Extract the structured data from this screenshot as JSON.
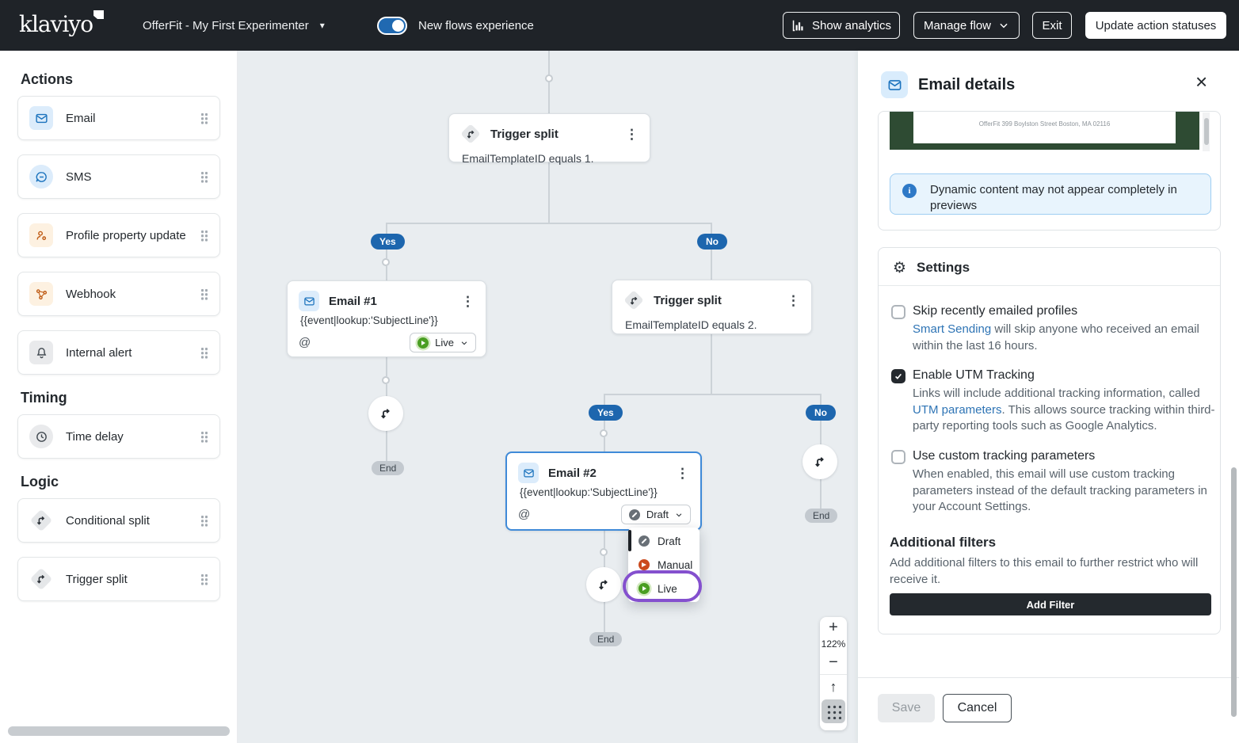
{
  "topbar": {
    "logo_text": "klaviyo",
    "flow_name": "OfferFit - My First Experimenter",
    "toggle_label": "New flows experience",
    "buttons": {
      "show_analytics": "Show analytics",
      "manage_flow": "Manage flow",
      "exit": "Exit",
      "update_action_statuses": "Update action statuses"
    }
  },
  "sidebar": {
    "sections": [
      {
        "title": "Actions",
        "items": [
          {
            "label": "Email",
            "icon": "email-icon"
          },
          {
            "label": "SMS",
            "icon": "sms-icon"
          },
          {
            "label": "Profile property update",
            "icon": "profile-icon"
          },
          {
            "label": "Webhook",
            "icon": "webhook-icon"
          },
          {
            "label": "Internal alert",
            "icon": "bell-icon"
          }
        ]
      },
      {
        "title": "Timing",
        "items": [
          {
            "label": "Time delay",
            "icon": "clock-icon"
          }
        ]
      },
      {
        "title": "Logic",
        "items": [
          {
            "label": "Conditional split",
            "icon": "split-icon"
          },
          {
            "label": "Trigger split",
            "icon": "split-icon"
          }
        ]
      }
    ]
  },
  "canvas": {
    "nodes": {
      "trigger_split_1": {
        "title": "Trigger split",
        "condition": "EmailTemplateID equals 1."
      },
      "email_1": {
        "title": "Email #1",
        "subject": "{{event|lookup:'SubjectLine'}}",
        "status": "Live"
      },
      "trigger_split_2": {
        "title": "Trigger split",
        "condition": "EmailTemplateID equals 2."
      },
      "email_2": {
        "title": "Email #2",
        "subject": "{{event|lookup:'SubjectLine'}}",
        "status": "Draft"
      }
    },
    "labels": {
      "yes": "Yes",
      "no": "No",
      "end": "End"
    },
    "status_menu": {
      "options": [
        "Draft",
        "Manual",
        "Live"
      ],
      "highlighted": "Live"
    },
    "zoom": {
      "level": "122%"
    }
  },
  "panel": {
    "header": {
      "title": "Email details"
    },
    "preview": {
      "address_line": "OfferFit 399 Boylston Street Boston, MA 02116"
    },
    "alert": {
      "text": "Dynamic content may not appear completely in previews"
    },
    "settings": {
      "title": "Settings",
      "options": [
        {
          "label": "Skip recently emailed profiles",
          "checked": false,
          "link": "Smart Sending",
          "text_after": " will skip anyone who received an email within the last 16 hours."
        },
        {
          "label": "Enable UTM Tracking",
          "checked": true,
          "text_before": "Links will include additional tracking information, called ",
          "link": "UTM parameters",
          "text_after": ". This allows source tracking within third-party reporting tools such as Google Analytics."
        },
        {
          "label": "Use custom tracking parameters",
          "checked": false,
          "text": "When enabled, this email will use custom tracking parameters instead of the default tracking parameters in your Account Settings."
        }
      ]
    },
    "additional_filters": {
      "title": "Additional filters",
      "description": "Add additional filters to this email to further restrict who will receive it.",
      "button": "Add Filter"
    },
    "footer": {
      "save": "Save",
      "cancel": "Cancel"
    }
  },
  "icons": {
    "more": "⋮",
    "close": "×",
    "caret": "▾",
    "at": "@",
    "zoom_in": "+",
    "zoom_out": "−",
    "up_arrow": "↑",
    "info": "i"
  },
  "colors": {
    "accent_blue": "#1d66ae",
    "live_green": "#4a9e22",
    "manual_red": "#cb4a1e",
    "draft_gray": "#697077",
    "annotation_purple": "#8450ce",
    "preview_green": "#2e4b33",
    "link_blue": "#2e74b5"
  }
}
